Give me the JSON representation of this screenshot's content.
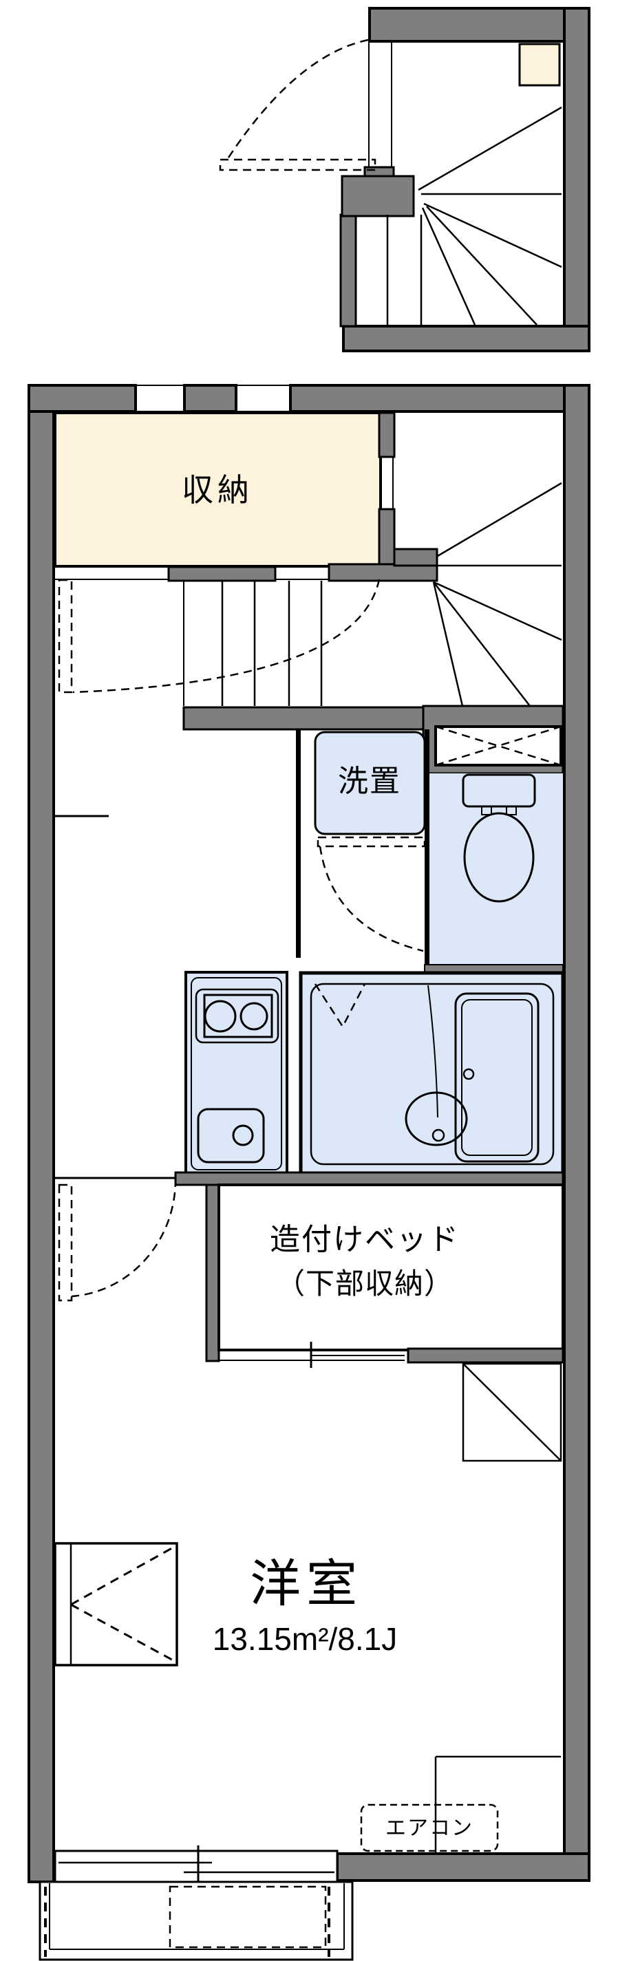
{
  "floorplan": {
    "unit_labels": {
      "storage": "収納",
      "washer_place": "洗置",
      "built_in_bed_line1": "造付けベッド",
      "built_in_bed_line2": "（下部収納）",
      "western_room": "洋室",
      "western_room_size": "13.15m²/8.1J",
      "air_conditioner": "エアコン"
    },
    "colors": {
      "wall": "#7f7f7f",
      "storage_fill": "#fdf2dc",
      "fixture_fill": "#dce8f7",
      "line": "#000000",
      "background": "#ffffff"
    }
  }
}
